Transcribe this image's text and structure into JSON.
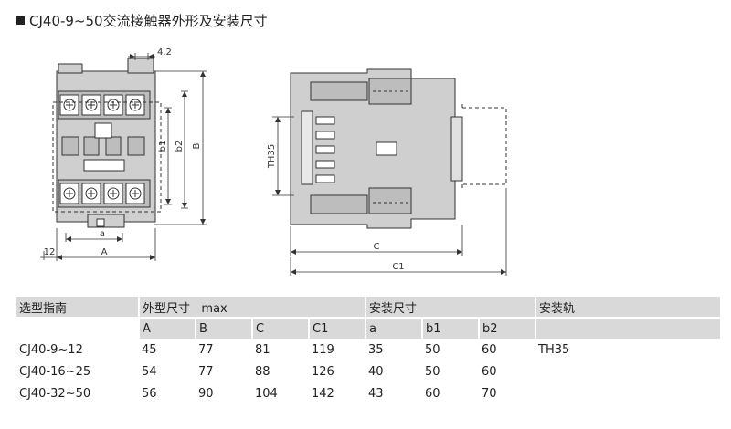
{
  "title": "CJ40-9~50交流接触器外形及安装尺寸",
  "drawing": {
    "labels": {
      "gap": "4.2",
      "b1": "b1",
      "b2": "b2",
      "B": "B",
      "a": "a",
      "A": "A",
      "left_margin": "12",
      "rail": "TH35",
      "C": "C",
      "C1": "C1"
    }
  },
  "table": {
    "headers": {
      "guide": "选型指南",
      "outline": "外型尺寸",
      "max": "max",
      "mounting": "安装尺寸",
      "rail": "安装轨"
    },
    "columns": [
      "A",
      "B",
      "C",
      "C1",
      "a",
      "b1",
      "b2"
    ],
    "rows": [
      {
        "model": "CJ40-9~12",
        "values": [
          "45",
          "77",
          "81",
          "119",
          "35",
          "50",
          "60"
        ],
        "rail": "TH35"
      },
      {
        "model": "CJ40-16~25",
        "values": [
          "54",
          "77",
          "88",
          "126",
          "40",
          "50",
          "60"
        ],
        "rail": ""
      },
      {
        "model": "CJ40-32~50",
        "values": [
          "56",
          "90",
          "104",
          "142",
          "43",
          "60",
          "70"
        ],
        "rail": ""
      }
    ]
  }
}
